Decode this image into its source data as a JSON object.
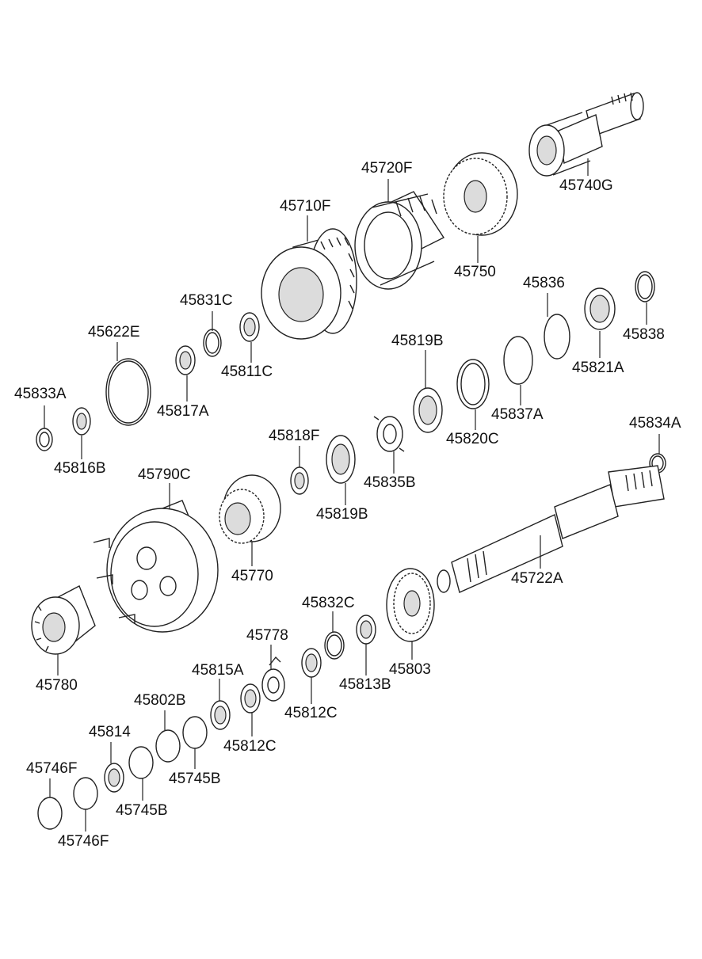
{
  "labels": [
    {
      "id": "p45740G",
      "text": "45740G"
    },
    {
      "id": "p45720F",
      "text": "45720F"
    },
    {
      "id": "p45710F",
      "text": "45710F"
    },
    {
      "id": "p45750",
      "text": "45750"
    },
    {
      "id": "p45836",
      "text": "45836"
    },
    {
      "id": "p45838",
      "text": "45838"
    },
    {
      "id": "p45821A",
      "text": "45821A"
    },
    {
      "id": "p45831C",
      "text": "45831C"
    },
    {
      "id": "p45811C",
      "text": "45811C"
    },
    {
      "id": "p45622E",
      "text": "45622E"
    },
    {
      "id": "p45817A",
      "text": "45817A"
    },
    {
      "id": "p45819B_top",
      "text": "45819B"
    },
    {
      "id": "p45837A",
      "text": "45837A"
    },
    {
      "id": "p45820C",
      "text": "45820C"
    },
    {
      "id": "p45833A",
      "text": "45833A"
    },
    {
      "id": "p45816B",
      "text": "45816B"
    },
    {
      "id": "p45834A",
      "text": "45834A"
    },
    {
      "id": "p45818F",
      "text": "45818F"
    },
    {
      "id": "p45835B",
      "text": "45835B"
    },
    {
      "id": "p45819B_mid",
      "text": "45819B"
    },
    {
      "id": "p45790C",
      "text": "45790C"
    },
    {
      "id": "p45770",
      "text": "45770"
    },
    {
      "id": "p45722A",
      "text": "45722A"
    },
    {
      "id": "p45832C",
      "text": "45832C"
    },
    {
      "id": "p45778",
      "text": "45778"
    },
    {
      "id": "p45803",
      "text": "45803"
    },
    {
      "id": "p45813B",
      "text": "45813B"
    },
    {
      "id": "p45780",
      "text": "45780"
    },
    {
      "id": "p45815A",
      "text": "45815A"
    },
    {
      "id": "p45812C_a",
      "text": "45812C"
    },
    {
      "id": "p45812C_b",
      "text": "45812C"
    },
    {
      "id": "p45802B",
      "text": "45802B"
    },
    {
      "id": "p45814",
      "text": "45814"
    },
    {
      "id": "p45745B_a",
      "text": "45745B"
    },
    {
      "id": "p45745B_b",
      "text": "45745B"
    },
    {
      "id": "p45746F_a",
      "text": "45746F"
    },
    {
      "id": "p45746F_b",
      "text": "45746F"
    }
  ]
}
